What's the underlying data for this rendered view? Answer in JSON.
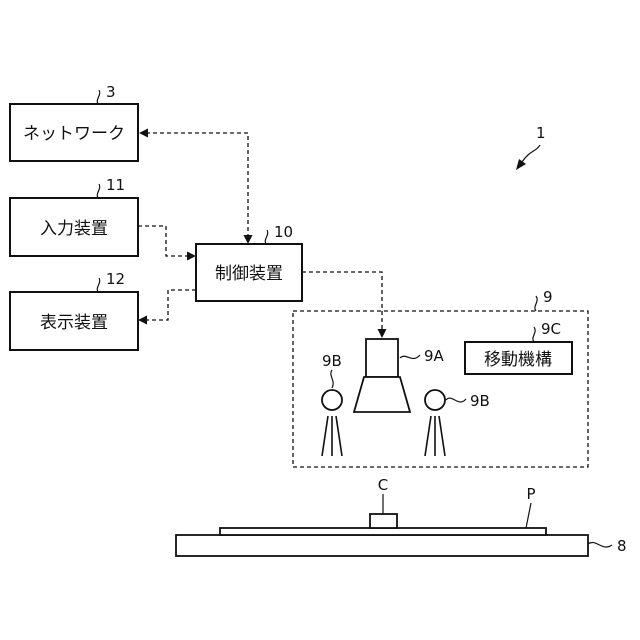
{
  "labels": {
    "network": "ネットワーク",
    "input_device": "入力装置",
    "display_device": "表示装置",
    "control_device": "制御装置",
    "moving_mechanism": "移動機構"
  },
  "refs": {
    "system": "1",
    "network": "3",
    "input_device": "11",
    "display_device": "12",
    "control_device": "10",
    "unit": "9",
    "camera": "9A",
    "light_left": "9B",
    "light_right": "9B",
    "moving_mechanism": "9C",
    "component": "C",
    "board": "P",
    "stage": "8"
  }
}
